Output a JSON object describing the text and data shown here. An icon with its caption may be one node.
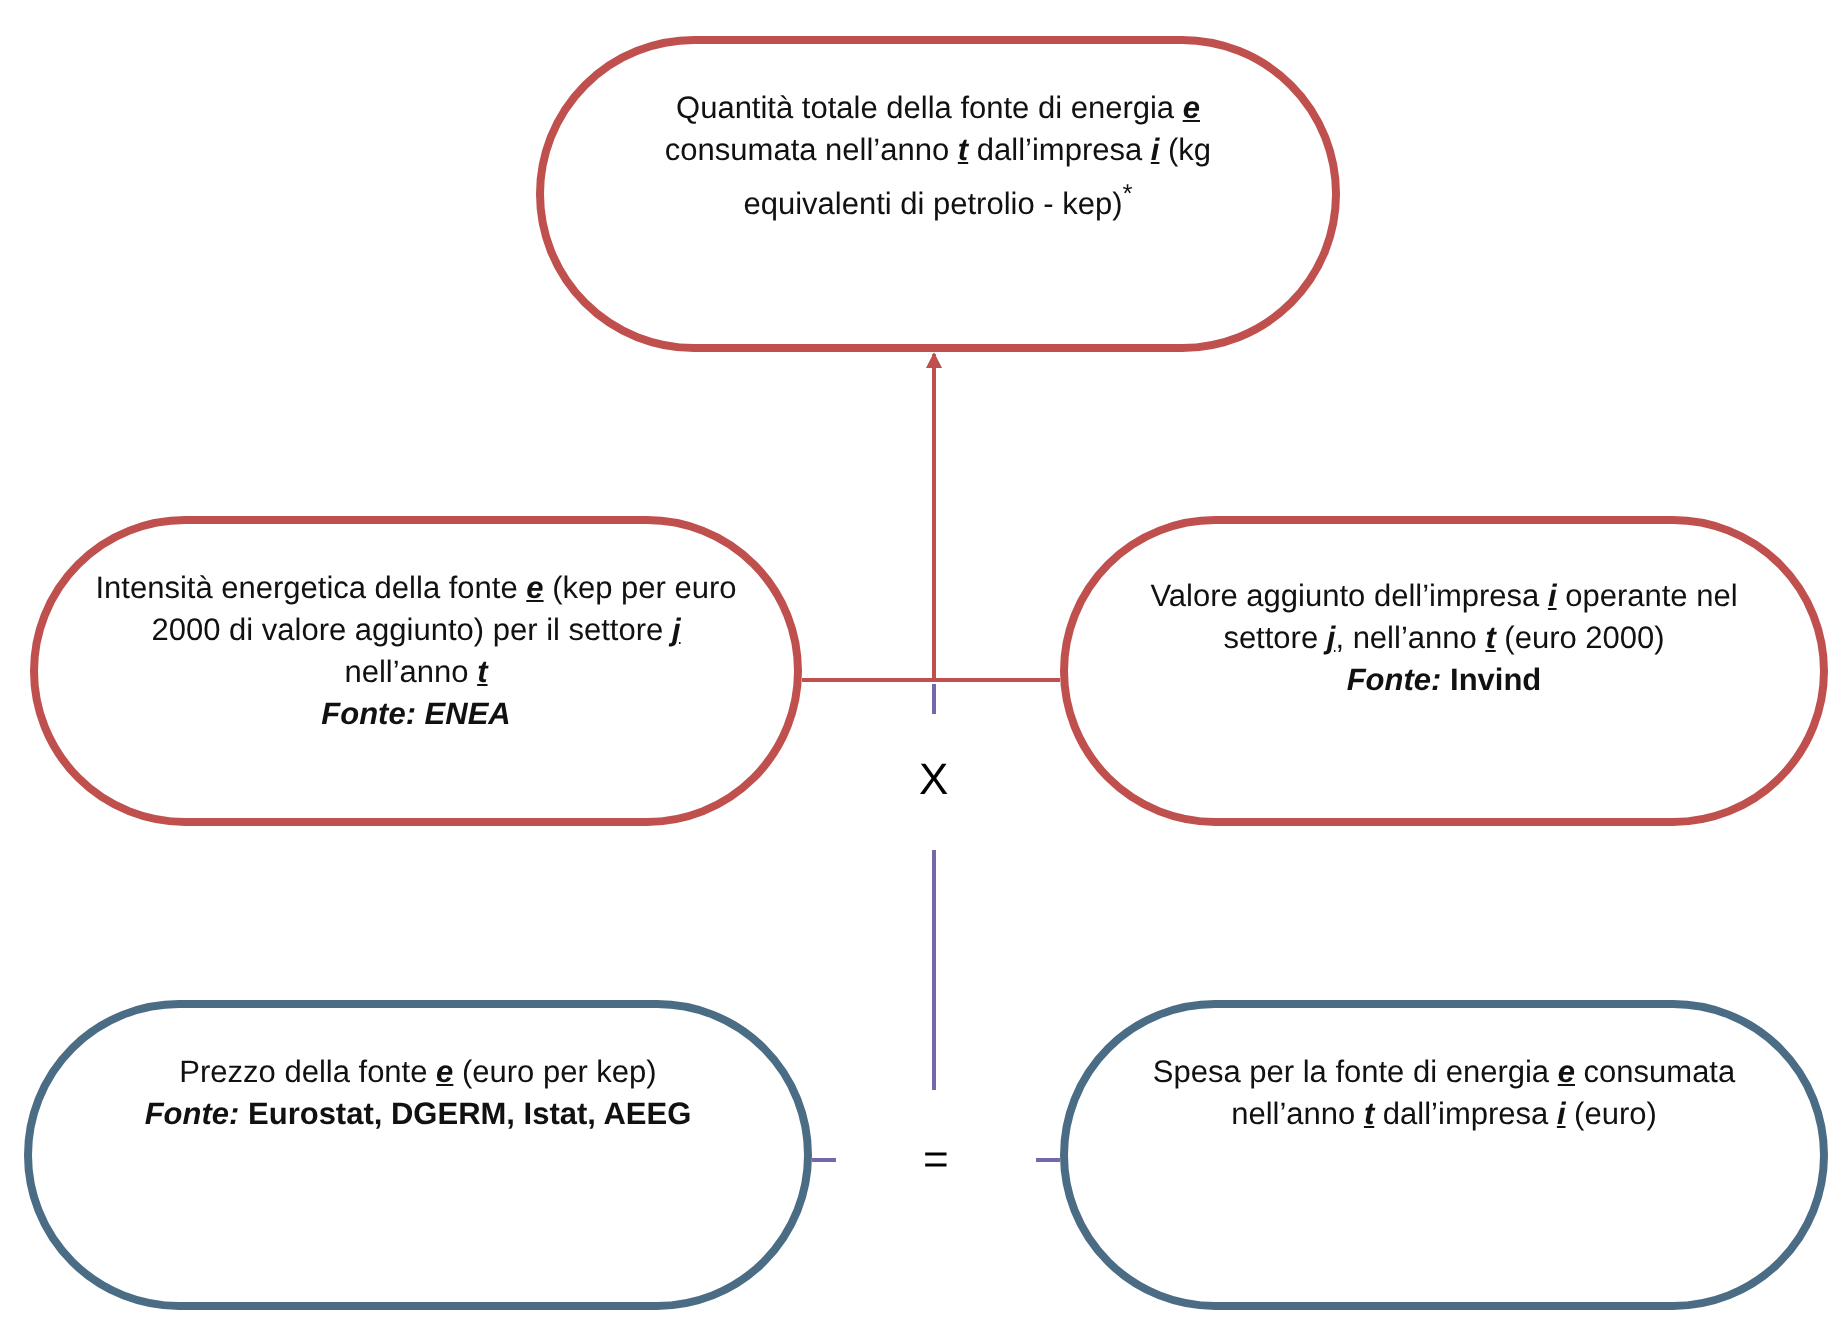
{
  "diagram": {
    "nodes": [
      {
        "text": [
          "Quantità totale della fonte di energia **e** consumata nell’anno **t** dall’impresa **i** (kg equivalenti di petrolio - kep)$^{*}$"
        ]
      },
      {
        "text": [
          "Intensità energetica della fonte **e** (kep per euro 2000 di valore aggiunto) per il settore **j** nell’anno **t**",
          "*Fonte: ENEA*"
        ]
      },
      {
        "text": [
          "Valore aggiunto dell’impresa **i** operante nel settore **j**, nell’anno **t** (euro 2000)",
          "*Fonte:* Invind"
        ]
      },
      {
        "text": [
          "Prezzo della fonte **e** (euro per kep)",
          "*Fonte:* Eurostat, DGERM, Istat, AEEG"
        ]
      },
      {
        "text": [
          "Spesa per la fonte di energia **e** consumata nell’anno **t** dall’impresa **i** (euro)"
        ]
      }
    ],
    "edges": [
      {
        "from": 1,
        "to": 0,
        "arrow": "to"
      },
      {
        "from": 2,
        "to": 0,
        "arrow": "to"
      },
      {
        "from": 3,
        "to": 4,
        "arrow": "none",
        "label": "=",
        "color": "#7469a8"
      }
    ],
    "labels": [
      "X"
    ]
  }
}
